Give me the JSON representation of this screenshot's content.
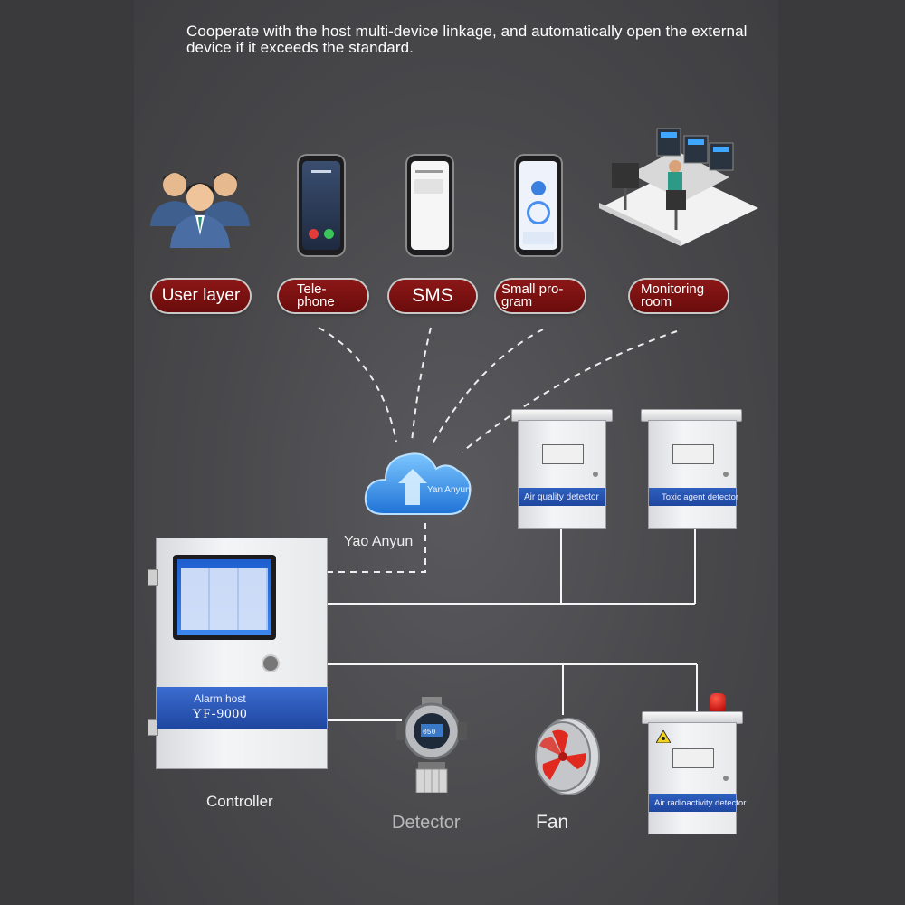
{
  "headline": "Cooperate with the host multi-device linkage, and automatically open the external device if it exceeds the standard.",
  "top_nodes": [
    {
      "label": "User layer",
      "icon": "user-group-icon"
    },
    {
      "label": "Tele-\nphone",
      "icon": "phone-call-icon"
    },
    {
      "label": "SMS",
      "icon": "phone-sms-icon"
    },
    {
      "label": "Small pro-\ngram",
      "icon": "phone-app-icon"
    },
    {
      "label": "Monitoring\nroom",
      "icon": "monitoring-room-icon"
    }
  ],
  "cloud": {
    "label": "Yao Anyun",
    "badge": "Yan Anyun"
  },
  "detectors_top": [
    {
      "label": "Air quality detector"
    },
    {
      "label": "Toxic agent detector"
    }
  ],
  "controller": {
    "label": "Controller",
    "panel_label": "Alarm host",
    "model": "YF-9000"
  },
  "bottom_devices": [
    {
      "label": "Detector",
      "screen": "050"
    },
    {
      "label": "Fan"
    },
    {
      "label": "Air radioactivity detector"
    }
  ],
  "colors": {
    "pill": "#7a1010",
    "blue_band": "#2a57b5",
    "line": "#ffffff"
  }
}
